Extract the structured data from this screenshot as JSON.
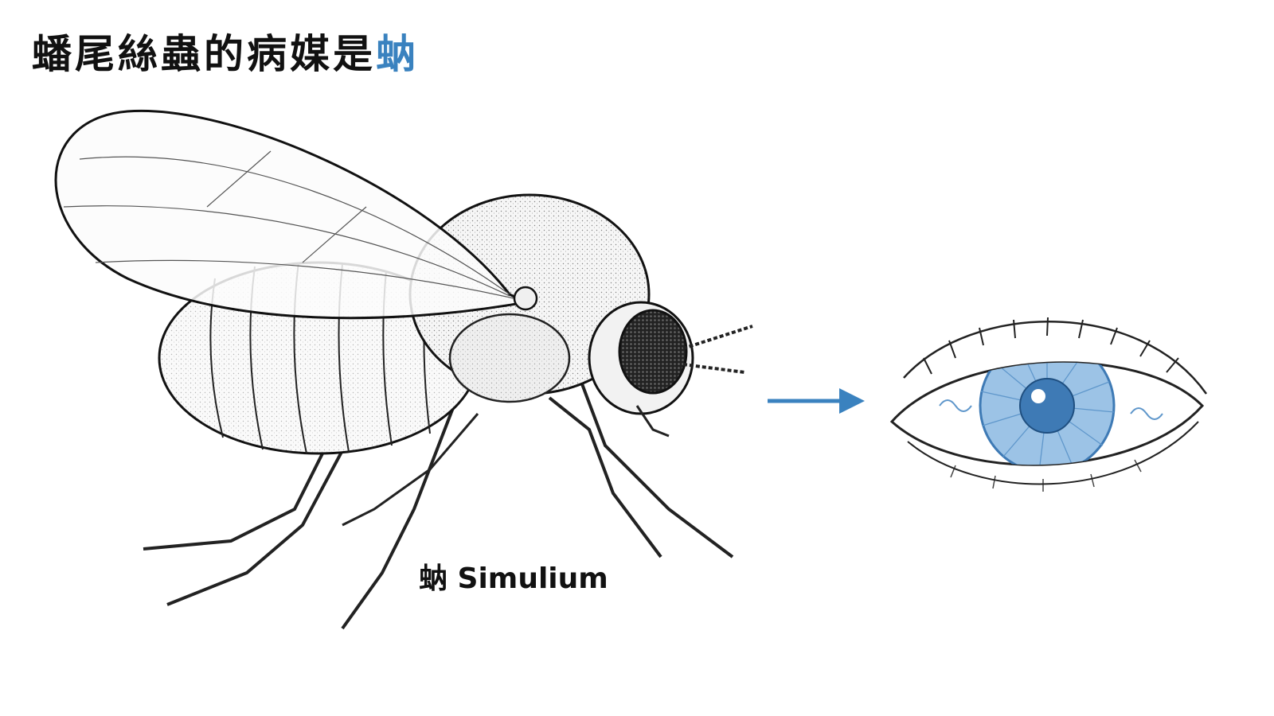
{
  "header": {
    "title_main": "蟠尾絲蟲的病媒是",
    "title_accent": "蚋"
  },
  "vector": {
    "caption": "蚋 Simulium",
    "icon": "black-fly-illustration"
  },
  "arrow": {
    "icon": "arrow-right-icon"
  },
  "target": {
    "icon": "human-eye-illustration"
  },
  "colors": {
    "accent": "#3a82bf",
    "text": "#111111",
    "iris": "#9cc3e6",
    "pupil": "#3e7ab5"
  }
}
